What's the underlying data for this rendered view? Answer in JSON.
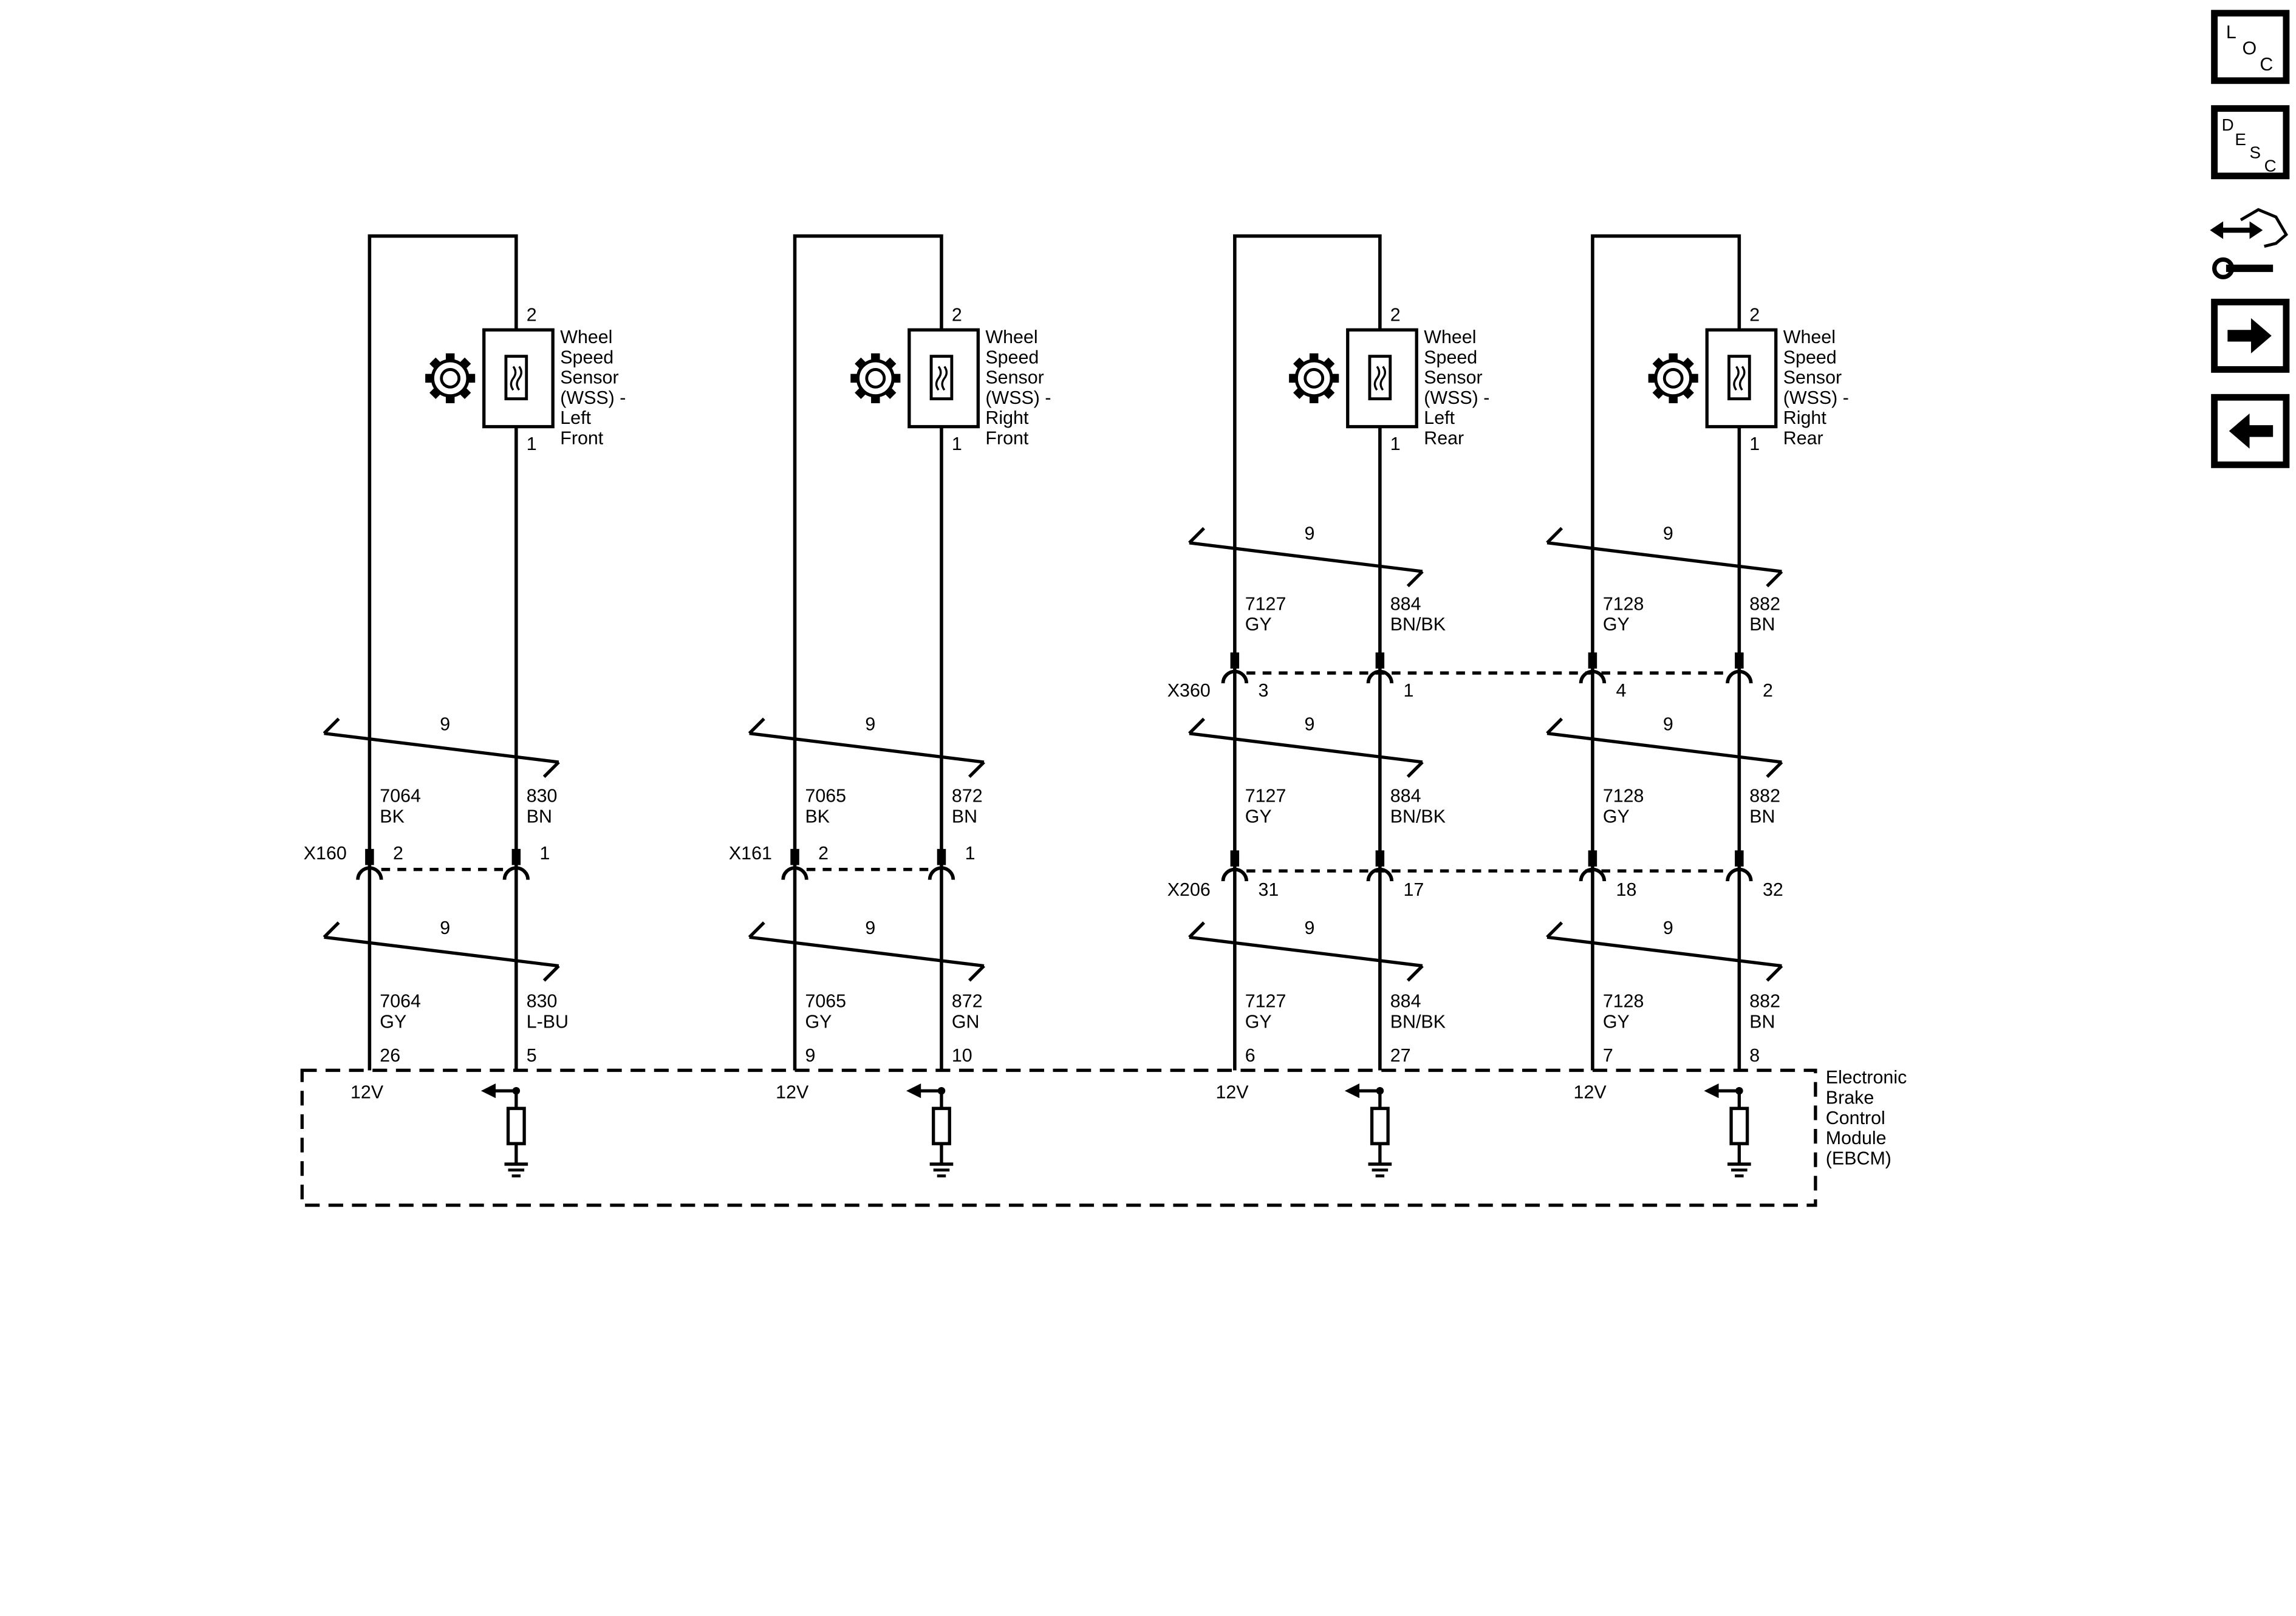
{
  "colors": {
    "line": "#000000",
    "background": "#ffffff"
  },
  "nav": {
    "loc": {
      "l1": "L",
      "l2": "O",
      "l3": "C"
    },
    "desc": {
      "l1": "D",
      "l2": "E",
      "l3": "S",
      "l4": "C"
    },
    "tools_icon": "connector-wrench-icon",
    "next_icon": "arrow-right-icon",
    "prev_icon": "arrow-left-icon"
  },
  "sensors": [
    {
      "name_lines": [
        "Wheel",
        "Speed",
        "Sensor",
        "(WSS) -",
        "Left",
        "Front"
      ],
      "pin_top": "2",
      "pin_bottom": "1"
    },
    {
      "name_lines": [
        "Wheel",
        "Speed",
        "Sensor",
        "(WSS) -",
        "Right",
        "Front"
      ],
      "pin_top": "2",
      "pin_bottom": "1"
    },
    {
      "name_lines": [
        "Wheel",
        "Speed",
        "Sensor",
        "(WSS) -",
        "Left",
        "Rear"
      ],
      "pin_top": "2",
      "pin_bottom": "1"
    },
    {
      "name_lines": [
        "Wheel",
        "Speed",
        "Sensor",
        "(WSS) -",
        "Right",
        "Rear"
      ],
      "pin_top": "2",
      "pin_bottom": "1"
    }
  ],
  "twisted_pairs": {
    "upper_rear": [
      "9",
      "9"
    ],
    "middle": [
      "9",
      "9",
      "9",
      "9"
    ],
    "lower": [
      "9",
      "9",
      "9",
      "9"
    ]
  },
  "wires": {
    "upper_rear": [
      {
        "circuit": "7127",
        "color": "GY"
      },
      {
        "circuit": "884",
        "color": "BN/BK"
      },
      {
        "circuit": "7128",
        "color": "GY"
      },
      {
        "circuit": "882",
        "color": "BN"
      }
    ],
    "middle": [
      {
        "circuit": "7064",
        "color": "BK"
      },
      {
        "circuit": "830",
        "color": "BN"
      },
      {
        "circuit": "7065",
        "color": "BK"
      },
      {
        "circuit": "872",
        "color": "BN"
      },
      {
        "circuit": "7127",
        "color": "GY"
      },
      {
        "circuit": "884",
        "color": "BN/BK"
      },
      {
        "circuit": "7128",
        "color": "GY"
      },
      {
        "circuit": "882",
        "color": "BN"
      }
    ],
    "lower": [
      {
        "circuit": "7064",
        "color": "GY"
      },
      {
        "circuit": "830",
        "color": "L-BU"
      },
      {
        "circuit": "7065",
        "color": "GY"
      },
      {
        "circuit": "872",
        "color": "GN"
      },
      {
        "circuit": "7127",
        "color": "GY"
      },
      {
        "circuit": "884",
        "color": "BN/BK"
      },
      {
        "circuit": "7128",
        "color": "GY"
      },
      {
        "circuit": "882",
        "color": "BN"
      }
    ]
  },
  "connectors": {
    "x360": {
      "name": "X360",
      "pins": [
        "3",
        "1",
        "4",
        "2"
      ]
    },
    "x160": {
      "name": "X160",
      "pins": [
        "2",
        "1"
      ]
    },
    "x161": {
      "name": "X161",
      "pins": [
        "2",
        "1"
      ]
    },
    "x206": {
      "name": "X206",
      "pins": [
        "31",
        "17",
        "18",
        "32"
      ]
    }
  },
  "ebcm": {
    "name_lines": [
      "Electronic",
      "Brake",
      "Control",
      "Module",
      "(EBCM)"
    ],
    "pins": [
      "26",
      "5",
      "9",
      "10",
      "6",
      "27",
      "7",
      "8"
    ],
    "supply_labels": [
      "12V",
      "12V",
      "12V",
      "12V"
    ]
  }
}
